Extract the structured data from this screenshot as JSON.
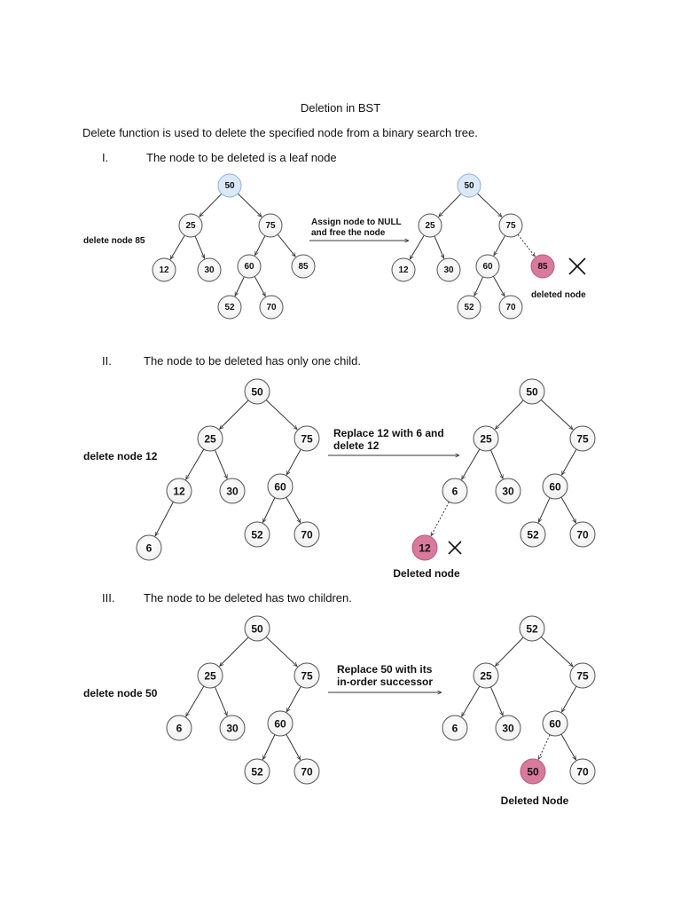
{
  "document": {
    "title": "Deletion in BST",
    "intro": "Delete function is used to delete the specified node from a binary search tree.",
    "sections": [
      {
        "number": "I.",
        "heading": "The node to be deleted is a leaf node",
        "side_label": "delete node 85",
        "arrow_line1": "Assign node to NULL",
        "arrow_line2": "and  free the node",
        "deleted_caption": "deleted node",
        "before_nodes": [
          "50",
          "25",
          "75",
          "12",
          "30",
          "60",
          "85",
          "52",
          "70"
        ],
        "after_nodes": [
          "50",
          "25",
          "75",
          "12",
          "30",
          "60",
          "85",
          "52",
          "70"
        ]
      },
      {
        "number": "II.",
        "heading": "The node to be deleted has only one child.",
        "side_label": "delete node 12",
        "arrow_line1": "Replace 12 with 6 and",
        "arrow_line2": "delete 12",
        "deleted_caption": "Deleted node",
        "before_nodes": [
          "50",
          "25",
          "75",
          "12",
          "30",
          "60",
          "6",
          "52",
          "70"
        ],
        "after_nodes": [
          "50",
          "25",
          "75",
          "6",
          "30",
          "60",
          "12",
          "52",
          "70"
        ]
      },
      {
        "number": "III.",
        "heading": "The node to be deleted has two children.",
        "side_label": "delete node 50",
        "arrow_line1": "Replace 50 with its",
        "arrow_line2": "in-order successor",
        "deleted_caption": "Deleted Node",
        "before_nodes": [
          "50",
          "25",
          "75",
          "6",
          "30",
          "60",
          "52",
          "70"
        ],
        "after_nodes": [
          "52",
          "25",
          "75",
          "6",
          "30",
          "60",
          "50",
          "70"
        ]
      }
    ]
  },
  "colors": {
    "root_fill": "#dbe8f7",
    "root_stroke": "#8fb0d8",
    "deleted_fill": "#d9799c",
    "deleted_stroke": "#b85a7e",
    "node_stroke": "#555555",
    "edge": "#333333"
  }
}
